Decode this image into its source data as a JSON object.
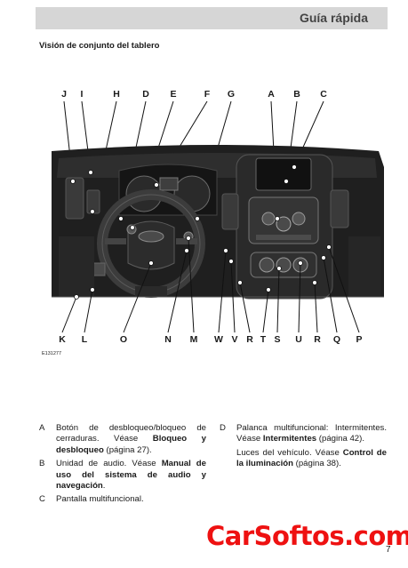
{
  "header": {
    "title": "Guía rápida"
  },
  "section": {
    "title": "Visión de conjunto del tablero"
  },
  "figure": {
    "top_labels": [
      "J",
      "I",
      "H",
      "D",
      "E",
      "F",
      "G",
      "A",
      "B",
      "C"
    ],
    "bottom_labels": [
      "K",
      "L",
      "O",
      "N",
      "M",
      "W",
      "V",
      "R",
      "T",
      "S",
      "U",
      "R",
      "Q",
      "P"
    ],
    "code": "E131277"
  },
  "entries": {
    "A": {
      "letter": "A",
      "t1": "Botón de desbloqueo/bloqueo de cerraduras. Véase ",
      "b1": "Bloqueo y desbloqueo",
      "t2": " (página 27)."
    },
    "B": {
      "letter": "B",
      "t1": "Unidad de audio. Véase ",
      "b1": "Manual de uso del sistema de audio y navegación",
      "t2": "."
    },
    "C": {
      "letter": "C",
      "t1": "Pantalla multifuncional."
    },
    "D": {
      "letter": "D",
      "t1": "Palanca multifuncional: Intermitentes. Véase ",
      "b1": "Intermitentes",
      "t2": " (página 42)."
    },
    "D2": {
      "t1": "Luces del vehículo. Véase ",
      "b1": "Control de la iluminación",
      "t2": " (página 38)."
    }
  },
  "footer": {
    "watermark": "CarSoftos.com",
    "page_number": "7"
  }
}
